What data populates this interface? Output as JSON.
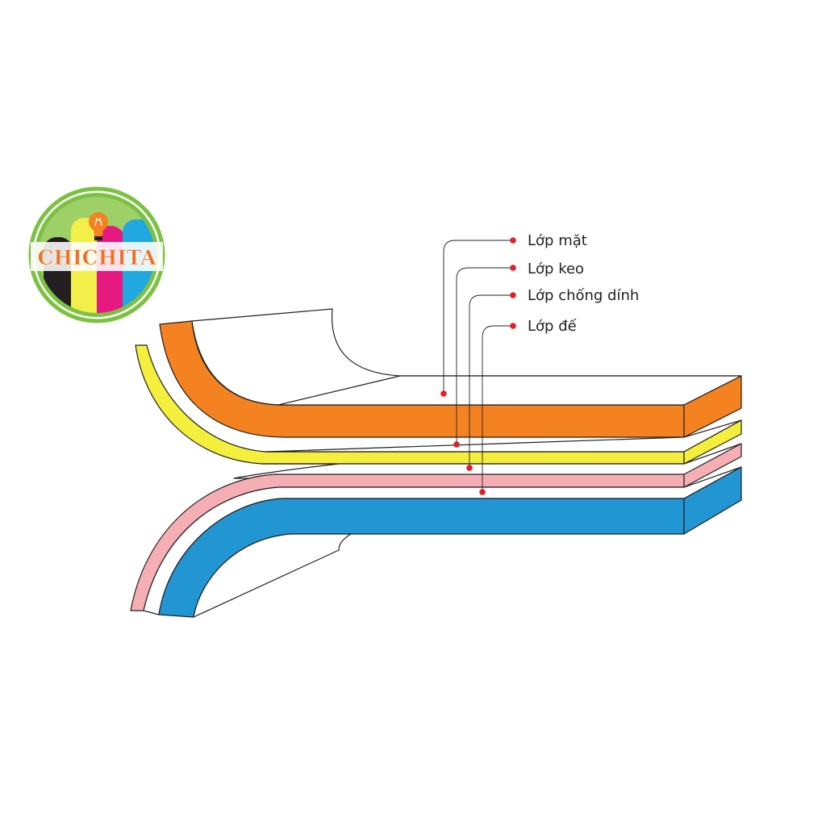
{
  "logo": {
    "text": "CHICHITA",
    "colors": {
      "ring": "#7cc242",
      "black": "#231f20",
      "yellow": "#f2ef4a",
      "magenta": "#e5197f",
      "cyan": "#21a8e0",
      "bulb": "#f58220",
      "text": "#f26f21"
    }
  },
  "layers": [
    {
      "id": "surface",
      "label": "Lớp mặt",
      "color": "#f58220"
    },
    {
      "id": "adhesive",
      "label": "Lớp keo",
      "color": "#f3ef3c"
    },
    {
      "id": "release",
      "label": "Lớp chống dính",
      "color": "#f5afb4"
    },
    {
      "id": "base",
      "label": "Lớp đế",
      "color": "#2196d3"
    }
  ],
  "colors": {
    "outline": "#231f20",
    "marker": "#e21e26",
    "background": "#ffffff"
  }
}
